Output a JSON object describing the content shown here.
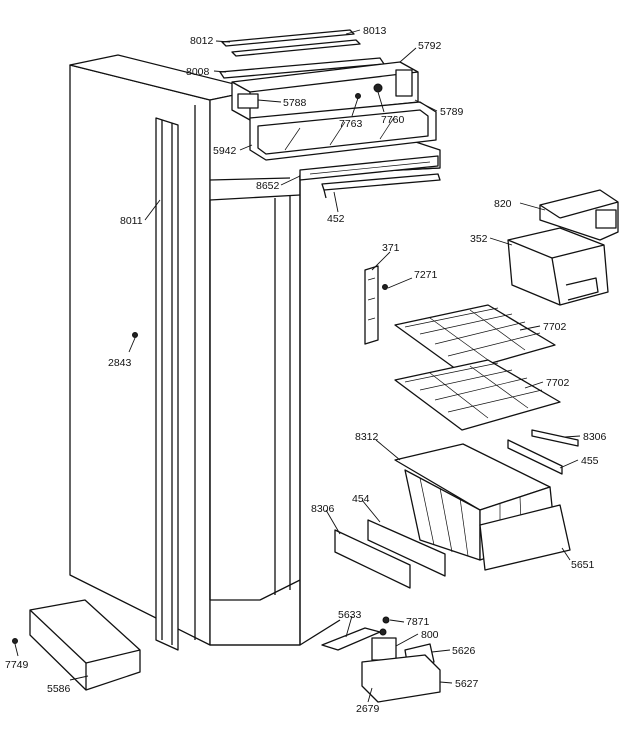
{
  "diagram": {
    "labels": {
      "p8012": "8012",
      "p8013": "8013",
      "p5792": "5792",
      "p8008": "8008",
      "p5788": "5788",
      "p7763": "7763",
      "p7760": "7760",
      "p5789": "5789",
      "p5942": "5942",
      "p8652": "8652",
      "p452": "452",
      "p8011": "8011",
      "p820": "820",
      "p352": "352",
      "p371": "371",
      "p7271": "7271",
      "p2843": "2843",
      "p7702a": "7702",
      "p7702b": "7702",
      "p8312": "8312",
      "p8306a": "8306",
      "p455": "455",
      "p454": "454",
      "p8306b": "8306",
      "p5651": "5651",
      "p5633": "5633",
      "p7871": "7871",
      "p800": "800",
      "p5626": "5626",
      "p5627": "5627",
      "p2679": "2679",
      "p7749": "7749",
      "p5586": "5586"
    }
  }
}
